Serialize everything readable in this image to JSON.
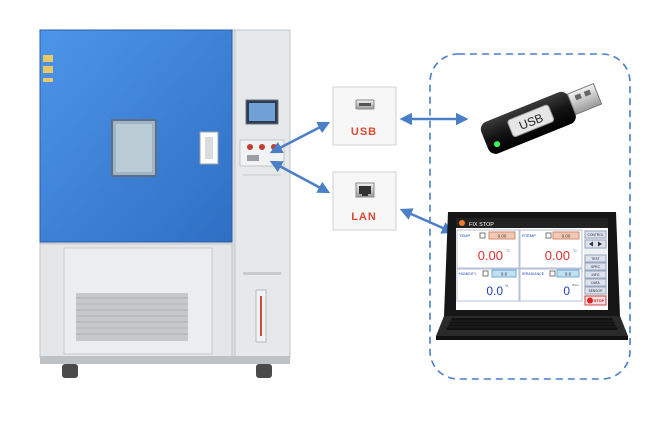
{
  "colors": {
    "accent_blue": "#4a7fc8",
    "chamber_door": "#3f86e0",
    "port_label_red": "#d94a34",
    "usb_body": "#1b1b1b",
    "usb_led": "#3cff5a",
    "screen_value_red": "#e03030",
    "screen_value_blue": "#1f3fbf"
  },
  "ports": {
    "usb": {
      "label": "USB",
      "icon": "usb-port-icon"
    },
    "lan": {
      "label": "LAN",
      "icon": "ethernet-port-icon"
    }
  },
  "usb_stick": {
    "label": "USB",
    "icon": "usb-flash-drive-icon"
  },
  "laptop_screen": {
    "header_title": "FIX STOP",
    "panels": [
      {
        "label": "TEMP",
        "setpoint": "0.00",
        "value": "0.00",
        "unit": "°C"
      },
      {
        "label": "RTEMP",
        "setpoint": "0.00",
        "value": "0.00",
        "unit": "°C"
      },
      {
        "label": "HUMIDITY",
        "setpoint": "0.0",
        "value": "0.0",
        "unit": "%"
      },
      {
        "label": "IRRADIANCE",
        "setpoint": "0.0",
        "value": "0",
        "unit": "W/m²"
      }
    ],
    "side_buttons": [
      "CONTROL",
      "",
      "TEST",
      "SPEC",
      "INFO",
      "DATA",
      "SENSOR"
    ],
    "stop_button": "STOP"
  }
}
